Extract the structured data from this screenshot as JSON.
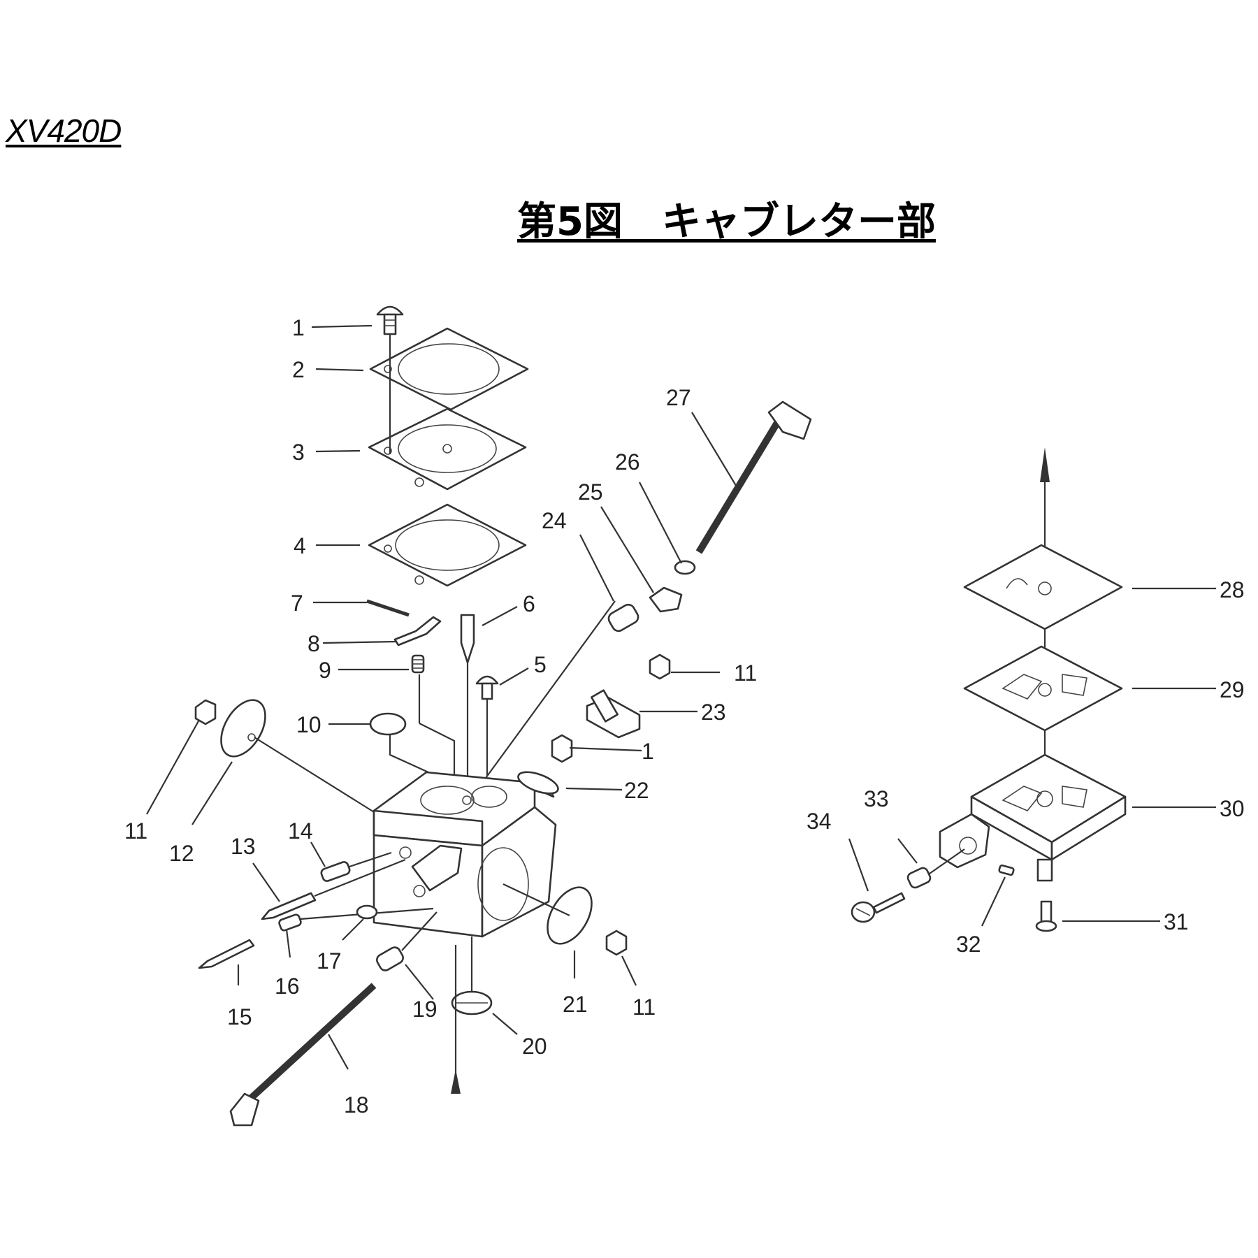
{
  "header": {
    "model": "XV420D",
    "title": "第5図　キャブレター部"
  },
  "callouts": [
    "1",
    "2",
    "3",
    "4",
    "5",
    "6",
    "7",
    "8",
    "9",
    "10",
    "11",
    "12",
    "13",
    "14",
    "15",
    "16",
    "17",
    "18",
    "19",
    "20",
    "21",
    "22",
    "23",
    "24",
    "25",
    "26",
    "27",
    "28",
    "29",
    "30",
    "31",
    "32",
    "33",
    "34"
  ]
}
